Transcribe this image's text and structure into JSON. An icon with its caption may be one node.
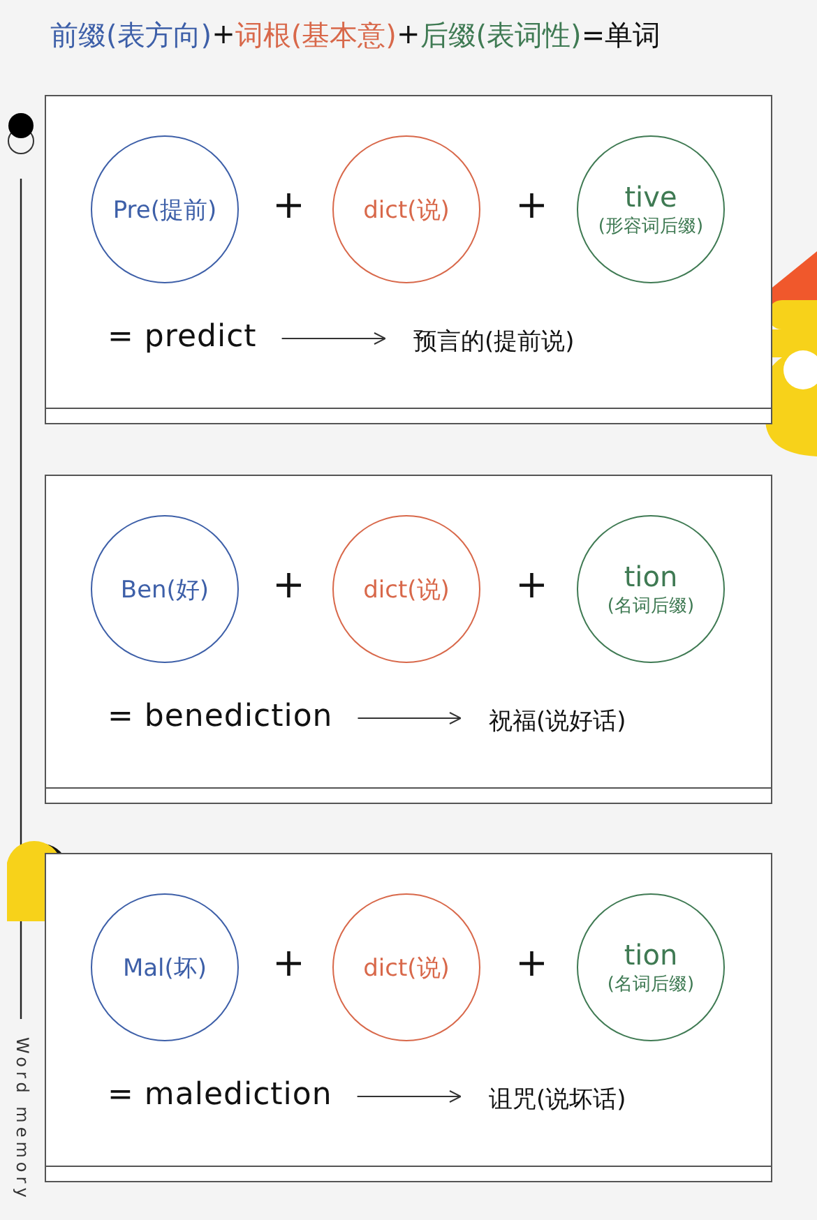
{
  "diagram": {
    "nodes": [
      {
        "text": [],
        "shape": "box"
      },
      {
        "text": [
          "Pre(提前)"
        ],
        "in": 0
      },
      {
        "text": [
          "dict(说)"
        ],
        "in": 0
      },
      {
        "text": [
          "tive",
          "(形容词后缀)"
        ],
        "in": 0
      },
      {
        "text": [
          "= predict"
        ],
        "in": 0
      },
      {
        "text": [
          "预言的(提前说)"
        ],
        "in": 0
      },
      {
        "text": [],
        "shape": "box"
      },
      {
        "text": [
          "Ben(好)"
        ],
        "in": 6
      },
      {
        "text": [
          "dict(说)"
        ],
        "in": 6
      },
      {
        "text": [
          "tion",
          "(名词后缀)"
        ],
        "in": 6
      },
      {
        "text": [
          "= benediction"
        ],
        "in": 6
      },
      {
        "text": [
          "祝福(说好话)"
        ],
        "in": 6
      },
      {
        "text": [],
        "shape": "box"
      },
      {
        "text": [
          "Mal(坏)"
        ],
        "in": 12
      },
      {
        "text": [
          "dict(说)"
        ],
        "in": 12
      },
      {
        "text": [
          "tion",
          "(名词后缀)"
        ],
        "in": 12
      },
      {
        "text": [
          "= malediction"
        ],
        "in": 12
      },
      {
        "text": [
          "诅咒(说坏话)"
        ],
        "in": 12
      }
    ],
    "edges": [
      {
        "from": 4,
        "to": 5,
        "arrow": "to"
      },
      {
        "from": 10,
        "to": 11,
        "arrow": "to"
      },
      {
        "from": 16,
        "to": 17,
        "arrow": "to"
      }
    ],
    "labels": [
      "前缀(表方向)",
      "+",
      "词根(基本意)",
      "+",
      "后缀(表词性)",
      "=单词",
      "+",
      "+",
      "+",
      "+",
      "+",
      "+",
      "Word memory"
    ]
  }
}
